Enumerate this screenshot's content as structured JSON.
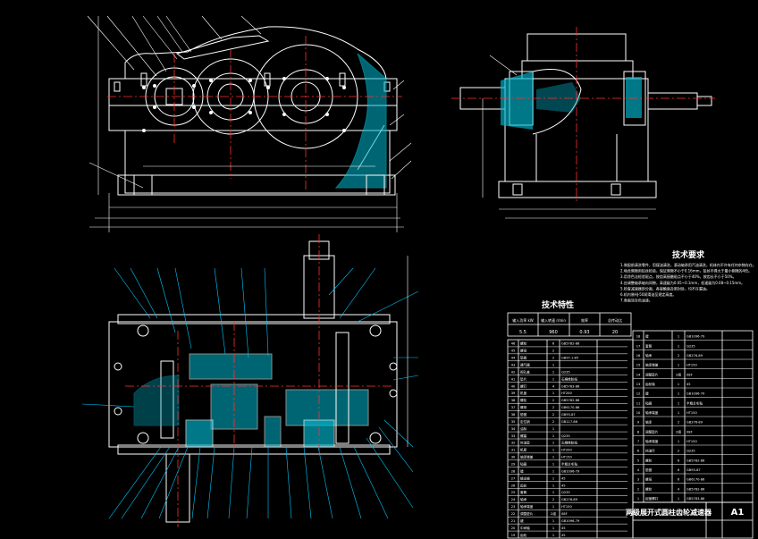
{
  "drawing": {
    "title_block_title": "两级展开式圆柱齿轮减速器",
    "sheet_size": "A1",
    "technical_characteristics_title": "技术特性",
    "technical_requirements_title": "技术要求",
    "tech_req_lines": [
      "1.装配前清洗零件，用煤油清洗，滚动轴承用汽油清洗，机体内不许有任何杂物存在。",
      "2.啮合侧隙用铅丝检验，保证侧隙不小于0.16mm，铅丝不得大于最小侧隙的4倍。",
      "3.用涂色法检验斑点，按齿高接触斑点不小于40%，按齿长不小于50%。",
      "4.应调整轴承轴向间隙，高速级为0.05~0.1mm，低速级为0.08~0.15mm。",
      "5.检查减速器剖分面、各接触面及密封处，均不许漏油。",
      "6.机内装HJ-50润滑油至规定高度。",
      "7.表面涂灰色油漆。"
    ],
    "spec_headers": [
      "输入功率 kW",
      "输入转速 r/min",
      "效率",
      "总传动比"
    ],
    "spec_values": [
      "5.5",
      "960",
      "0.93",
      "20"
    ]
  },
  "bom_left": [
    [
      "46",
      "螺栓",
      "6",
      "GB5782-86"
    ],
    [
      "45",
      "螺母",
      "2",
      ""
    ],
    [
      "44",
      "垫圈",
      "2",
      "GB97.1-85"
    ],
    [
      "43",
      "通气器",
      "1",
      ""
    ],
    [
      "42",
      "视孔盖",
      "1",
      "Q235"
    ],
    [
      "41",
      "垫片",
      "1",
      "石棉橡胶纸"
    ],
    [
      "40",
      "螺钉",
      "4",
      "GB5783-86"
    ],
    [
      "39",
      "机盖",
      "1",
      "HT200"
    ],
    [
      "38",
      "螺栓",
      "2",
      "GB5782-86"
    ],
    [
      "37",
      "螺母",
      "2",
      "GB6170-86"
    ],
    [
      "36",
      "垫圈",
      "2",
      "GB93-87"
    ],
    [
      "35",
      "定位销",
      "2",
      "GB117-86"
    ],
    [
      "34",
      "油标",
      "1",
      ""
    ],
    [
      "33",
      "螺塞",
      "1",
      "Q235"
    ],
    [
      "32",
      "封油垫",
      "1",
      "石棉橡胶纸"
    ],
    [
      "31",
      "机座",
      "1",
      "HT200"
    ],
    [
      "30",
      "轴承端盖",
      "1",
      "HT150"
    ],
    [
      "29",
      "毡圈",
      "1",
      "半粗羊毛毡"
    ],
    [
      "28",
      "键",
      "1",
      "GB1096-79"
    ],
    [
      "27",
      "输出轴",
      "1",
      "45"
    ],
    [
      "26",
      "齿轮",
      "1",
      "45"
    ],
    [
      "25",
      "套筒",
      "1",
      "Q235"
    ],
    [
      "24",
      "轴承",
      "2",
      "GB276-89"
    ],
    [
      "23",
      "轴承端盖",
      "1",
      "HT150"
    ],
    [
      "22",
      "调整垫片",
      "2组",
      "08F"
    ],
    [
      "21",
      "键",
      "1",
      "GB1096-79"
    ],
    [
      "20",
      "中间轴",
      "1",
      "45"
    ],
    [
      "19",
      "齿轮",
      "1",
      "45"
    ]
  ],
  "bom_right": [
    [
      "18",
      "键",
      "1",
      "GB1096-79"
    ],
    [
      "17",
      "套筒",
      "1",
      "Q235"
    ],
    [
      "16",
      "轴承",
      "2",
      "GB276-89"
    ],
    [
      "15",
      "轴承端盖",
      "1",
      "HT150"
    ],
    [
      "14",
      "调整垫片",
      "2组",
      "08F"
    ],
    [
      "13",
      "齿轮轴",
      "1",
      "45"
    ],
    [
      "12",
      "键",
      "1",
      "GB1096-79"
    ],
    [
      "11",
      "毡圈",
      "1",
      "半粗羊毛毡"
    ],
    [
      "10",
      "轴承端盖",
      "1",
      "HT150"
    ],
    [
      "9",
      "轴承",
      "2",
      "GB276-89"
    ],
    [
      "8",
      "调整垫片",
      "2组",
      "08F"
    ],
    [
      "7",
      "轴承端盖",
      "1",
      "HT150"
    ],
    [
      "6",
      "挡油环",
      "2",
      "Q235"
    ],
    [
      "5",
      "螺栓",
      "6",
      "GB5782-86"
    ],
    [
      "4",
      "垫圈",
      "6",
      "GB93-87"
    ],
    [
      "3",
      "螺母",
      "6",
      "GB6170-86"
    ],
    [
      "2",
      "螺栓",
      "4",
      "GB5782-86"
    ],
    [
      "1",
      "起盖螺钉",
      "1",
      "GB5783-86"
    ]
  ],
  "colors": {
    "background": "#000000",
    "outline": "#ffffff",
    "gear": "#ffffff",
    "center_line": "#ff3030",
    "hatch": "#00e0ff",
    "leader": "#00c8ff",
    "dimension": "#ffffff",
    "section_fill": "#00b8d0"
  }
}
